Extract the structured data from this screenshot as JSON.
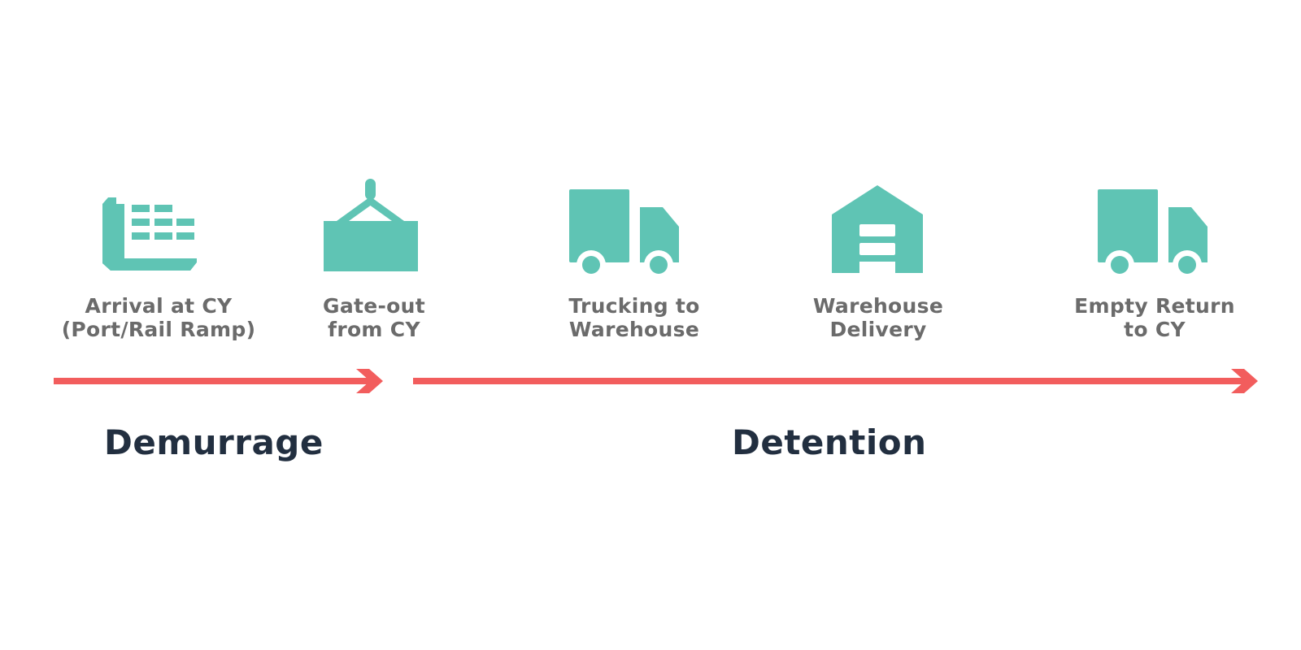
{
  "colors": {
    "icon": "#5fc4b4",
    "arrow": "#f25d5d",
    "label": "#6b6b6b",
    "phase": "#222f40",
    "background": "#ffffff"
  },
  "steps": [
    {
      "icon": "cargo-ship-icon",
      "line1": "Arrival at CY",
      "line2": "(Port/Rail Ramp)"
    },
    {
      "icon": "container-lift-icon",
      "line1": "Gate-out",
      "line2": "from CY"
    },
    {
      "icon": "truck-icon",
      "line1": "Trucking to",
      "line2": "Warehouse"
    },
    {
      "icon": "warehouse-icon",
      "line1": "Warehouse",
      "line2": "Delivery"
    },
    {
      "icon": "truck-icon",
      "line1": "Empty Return",
      "line2": "to CY"
    }
  ],
  "phases": [
    {
      "label": "Demurrage"
    },
    {
      "label": "Detention"
    }
  ]
}
